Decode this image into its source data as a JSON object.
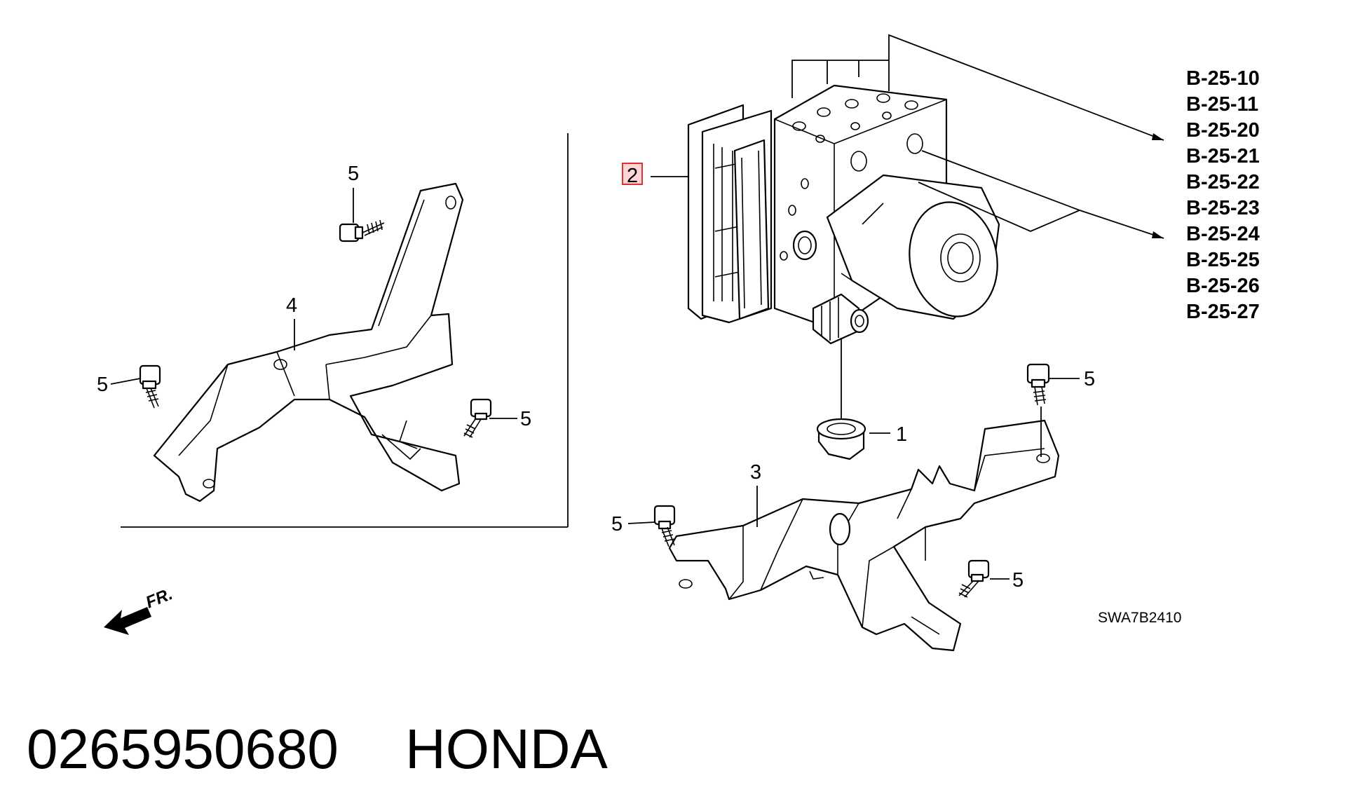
{
  "diagram_code": "SWA7B2410",
  "direction_label": "FR.",
  "footer": {
    "part_number": "0265950680",
    "brand": "HONDA"
  },
  "callouts": {
    "c1": "1",
    "c2": "2",
    "c3": "3",
    "c4": "4",
    "c5": "5"
  },
  "references": [
    "B-25-10",
    "B-25-11",
    "B-25-20",
    "B-25-21",
    "B-25-22",
    "B-25-23",
    "B-25-24",
    "B-25-25",
    "B-25-26",
    "B-25-27"
  ],
  "highlight_color": "#e03030"
}
